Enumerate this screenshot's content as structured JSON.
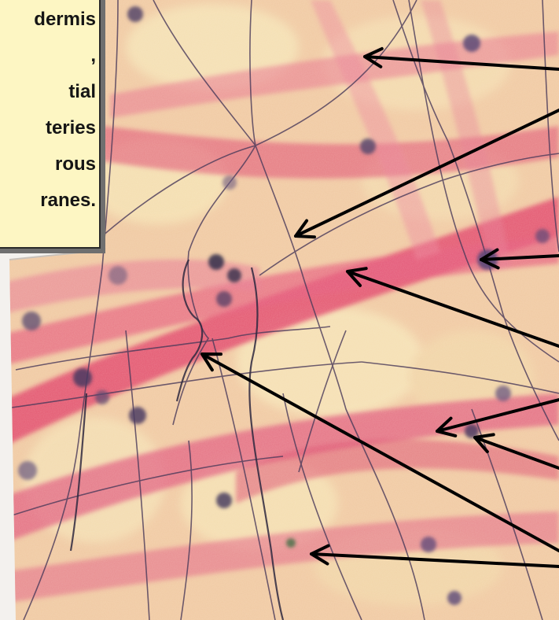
{
  "caption": {
    "lines": [
      "dermis",
      ",",
      "tial",
      "",
      "teries",
      "rous",
      "ranes."
    ]
  },
  "colors": {
    "tissue_base": "#f0c9a2",
    "fiber_pink": "#e2456a",
    "fiber_pale": "#f4dfb5",
    "nucleus": "#5b4a6e",
    "caption_bg": "#fdf6c3",
    "arrow": "#000000"
  },
  "arrows": [
    {
      "name": "arrow-1"
    },
    {
      "name": "arrow-2"
    },
    {
      "name": "arrow-3"
    },
    {
      "name": "arrow-4"
    },
    {
      "name": "arrow-5"
    },
    {
      "name": "arrow-6"
    },
    {
      "name": "arrow-7"
    },
    {
      "name": "arrow-8"
    }
  ]
}
